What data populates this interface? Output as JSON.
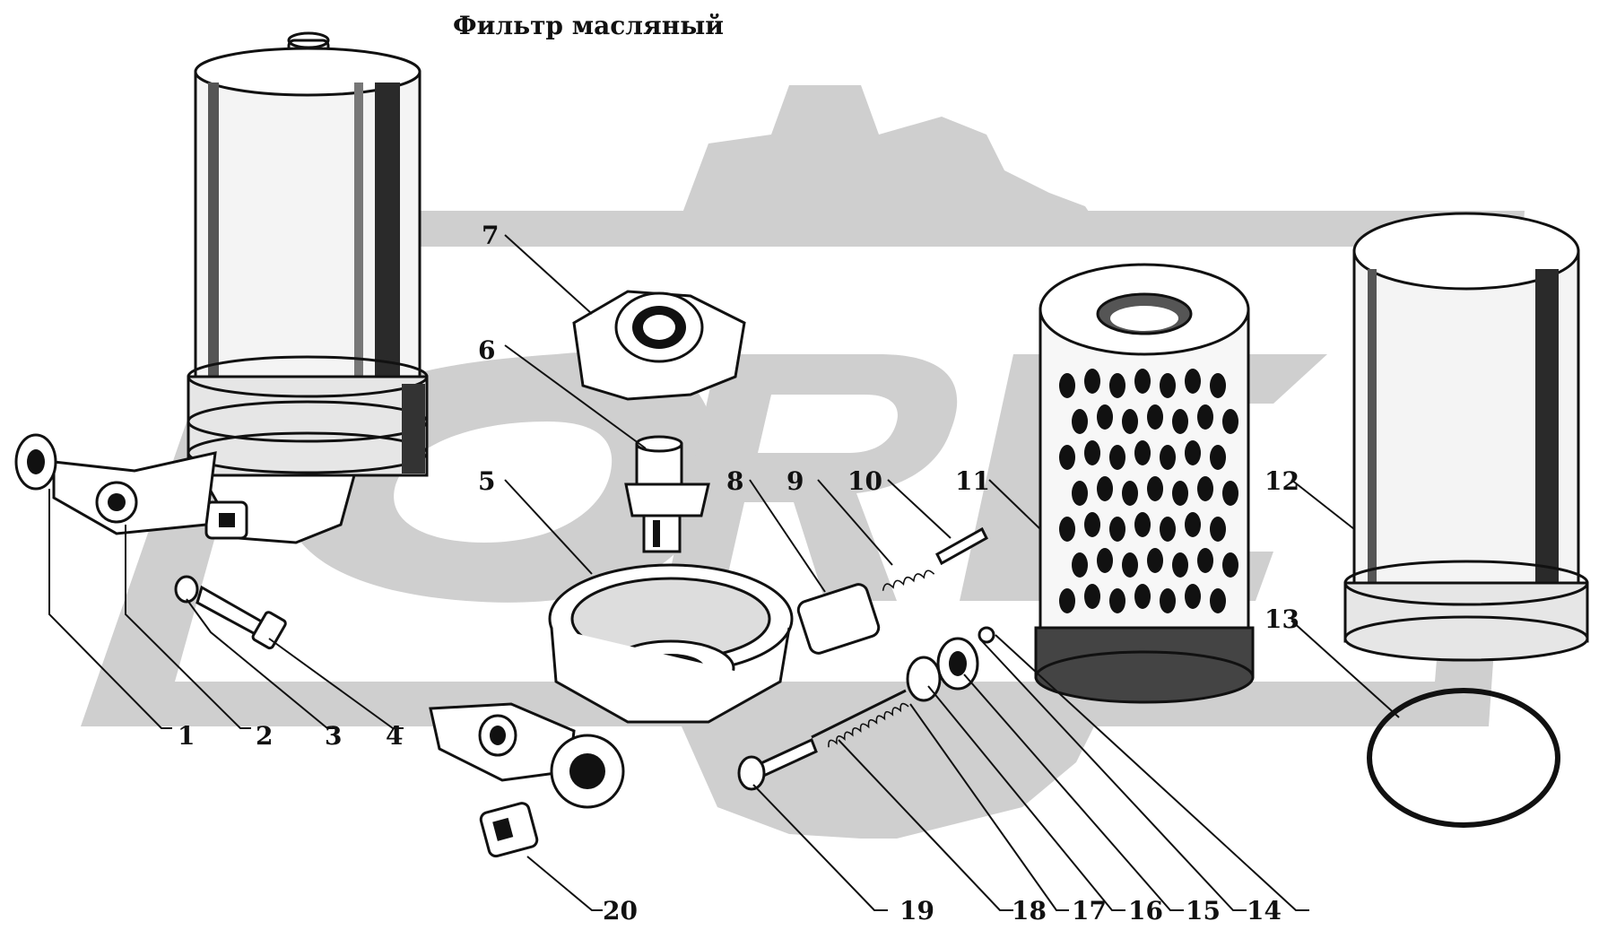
{
  "title": "Фильтр масляный",
  "watermark": {
    "text": "ORE",
    "color": "#cfcfcf"
  },
  "colors": {
    "ink": "#111111",
    "paper": "#ffffff",
    "watermark": "#cfcfcf"
  },
  "callouts": [
    "1",
    "2",
    "3",
    "4",
    "5",
    "6",
    "7",
    "8",
    "9",
    "10",
    "11",
    "12",
    "13",
    "14",
    "15",
    "16",
    "17",
    "18",
    "19",
    "20"
  ]
}
